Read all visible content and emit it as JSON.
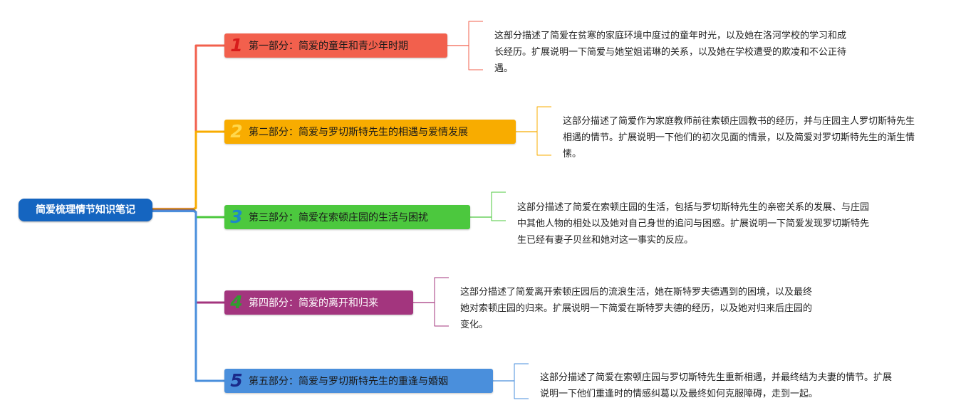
{
  "root": {
    "title": "简爱梳理情节知识笔记",
    "color": "#1565c0"
  },
  "branches": [
    {
      "number": "1",
      "label": "第一部分：简爱的童年和青少年时期",
      "color": "#f2604d",
      "number_color": "#d81b1b",
      "detail": "这部分描述了简爱在贫寒的家庭环境中度过的童年时光，以及她在洛河学校的学习和成长经历。扩展说明一下简爱与她堂姐诺琳的关系，以及她在学校遭受的欺凌和不公正待遇。"
    },
    {
      "number": "2",
      "label": "第二部分：简爱与罗切斯特先生的相遇与爱情发展",
      "color": "#f8ac00",
      "number_color": "#ffd84d",
      "detail": "这部分描述了简爱作为家庭教师前往索顿庄园教书的经历，并与庄园主人罗切斯特先生相遇的情节。扩展说明一下他们的初次见面的情景，以及简爱对罗切斯特先生的渐生情愫。"
    },
    {
      "number": "3",
      "label": "第三部分：简爱在索顿庄园的生活与困扰",
      "color": "#4cc83e",
      "number_color": "#1e88c8",
      "detail": "这部分描述了简爱在索顿庄园的生活，包括与罗切斯特先生的亲密关系的发展、与庄园中其他人物的相处以及她对自己身世的追问与困惑。扩展说明一下简爱发现罗切斯特先生已经有妻子贝丝和她对这一事实的反应。"
    },
    {
      "number": "4",
      "label": "第四部分：简爱的离开和归来",
      "color": "#a3357e",
      "number_color": "#2e9e2e",
      "detail": "这部分描述了简爱离开索顿庄园后的流浪生活，她在斯特罗夫德遇到的困境，以及最终她对索顿庄园的归来。扩展说明一下简爱在斯特罗夫德的经历，以及她对归来后庄园的变化。"
    },
    {
      "number": "5",
      "label": "第五部分：简爱与罗切斯特先生的重逢与婚姻",
      "color": "#4a8fdc",
      "number_color": "#1a2a8a",
      "detail": "这部分描述了简爱在索顿庄园与罗切斯特先生重新相遇，并最终结为夫妻的情节。扩展说明一下他们重逢时的情感纠葛以及最终如何克服障碍，走到一起。"
    }
  ]
}
